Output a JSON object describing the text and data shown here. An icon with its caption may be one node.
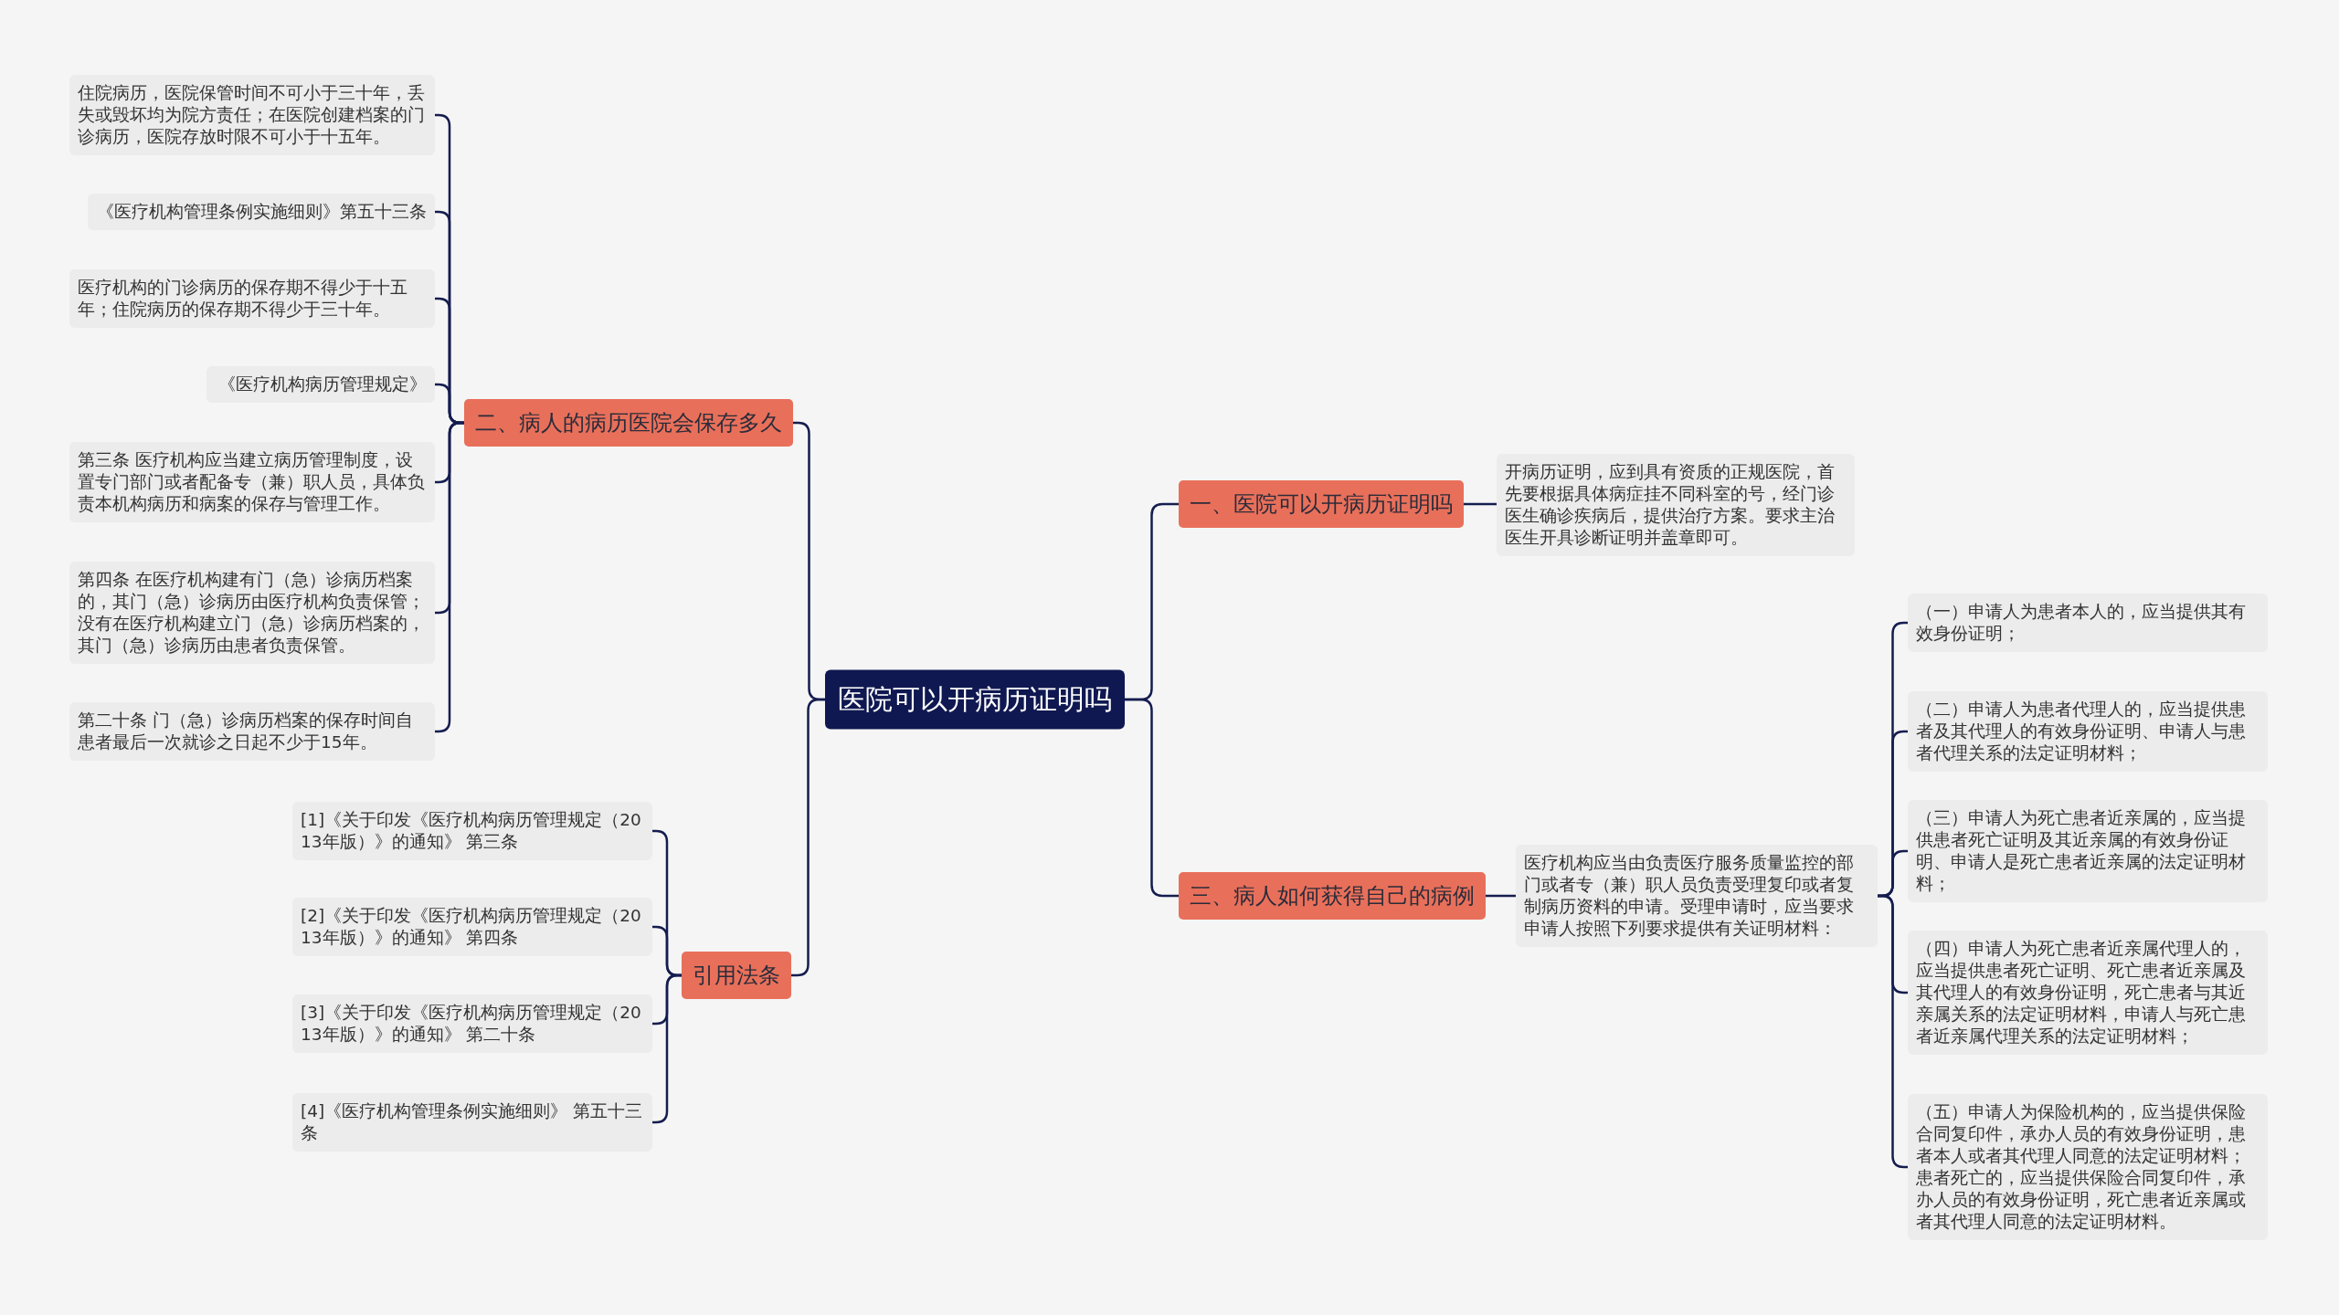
{
  "diagram": {
    "nodes": [
      {
        "text": [
          "医院可以开病历证明吗"
        ]
      },
      {
        "text": [
          "一、医院可以开病历证明吗"
        ]
      },
      {
        "text": [
          "开病历证明，应到具有资质的正规医院，首先要根据具体病症挂不同科室的号，经门诊医生确诊疾病后，提供治疗方案。要求主治医生开具诊断证明并盖章即可。"
        ]
      },
      {
        "text": [
          "二、病人的病历医院会保存多久"
        ]
      },
      {
        "text": [
          "住院病历，医院保管时间不可小于三十年，丢失或毁坏均为院方责任；在医院创建档案的门诊病历，医院存放时限不可小于十五年。"
        ]
      },
      {
        "text": [
          "《医疗机构管理条例实施细则》第五十三条"
        ]
      },
      {
        "text": [
          "医疗机构的门诊病历的保存期不得少于十五年；住院病历的保存期不得少于三十年。"
        ]
      },
      {
        "text": [
          "《医疗机构病历管理规定》"
        ]
      },
      {
        "text": [
          "第三条 医疗机构应当建立病历管理制度，设置专门部门或者配备专（兼）职人员，具体负责本机构病历和病案的保存与管理工作。"
        ]
      },
      {
        "text": [
          "第四条 在医疗机构建有门（急）诊病历档案的，其门（急）诊病历由医疗机构负责保管；没有在医疗机构建立门（急）诊病历档案的，其门（急）诊病历由患者负责保管。"
        ]
      },
      {
        "text": [
          "第二十条 门（急）诊病历档案的保存时间自患者最后一次就诊之日起不少于15年。"
        ]
      },
      {
        "text": [
          "三、病人如何获得自己的病例"
        ]
      },
      {
        "text": [
          "医疗机构应当由负责医疗服务质量监控的部门或者专（兼）职人员负责受理复印或者复制病历资料的申请。受理申请时，应当要求申请人按照下列要求提供有关证明材料："
        ]
      },
      {
        "text": [
          "（一）申请人为患者本人的，应当提供其有效身份证明；"
        ]
      },
      {
        "text": [
          "（二）申请人为患者代理人的，应当提供患者及其代理人的有效身份证明、申请人与患者代理关系的法定证明材料；"
        ]
      },
      {
        "text": [
          "（三）申请人为死亡患者近亲属的，应当提供患者死亡证明及其近亲属的有效身份证明、申请人是死亡患者近亲属的法定证明材料；"
        ]
      },
      {
        "text": [
          "（四）申请人为死亡患者近亲属代理人的，应当提供患者死亡证明、死亡患者近亲属及其代理人的有效身份证明，死亡患者与其近亲属关系的法定证明材料，申请人与死亡患者近亲属代理关系的法定证明材料；"
        ]
      },
      {
        "text": [
          "（五）申请人为保险机构的，应当提供保险合同复印件，承办人员的有效身份证明，患者本人或者其代理人同意的法定证明材料；患者死亡的，应当提供保险合同复印件，承办人员的有效身份证明，死亡患者近亲属或者其代理人同意的法定证明材料。"
        ]
      },
      {
        "text": [
          "引用法条"
        ]
      },
      {
        "text": [
          "[1]《关于印发《医疗机构病历管理规定（2013年版）》的通知》 第三条"
        ]
      },
      {
        "text": [
          "[2]《关于印发《医疗机构病历管理规定（2013年版）》的通知》 第四条"
        ]
      },
      {
        "text": [
          "[3]《关于印发《医疗机构病历管理规定（2013年版）》的通知》 第二十条"
        ]
      },
      {
        "text": [
          "[4]《医疗机构管理条例实施细则》 第五十三条"
        ]
      }
    ],
    "edges": [
      {
        "from": 0,
        "to": 1,
        "arrow": "none"
      },
      {
        "from": 1,
        "to": 2,
        "arrow": "none"
      },
      {
        "from": 0,
        "to": 3,
        "arrow": "none"
      },
      {
        "from": 3,
        "to": 4,
        "arrow": "none"
      },
      {
        "from": 3,
        "to": 5,
        "arrow": "none"
      },
      {
        "from": 3,
        "to": 6,
        "arrow": "none"
      },
      {
        "from": 3,
        "to": 7,
        "arrow": "none"
      },
      {
        "from": 3,
        "to": 8,
        "arrow": "none"
      },
      {
        "from": 3,
        "to": 9,
        "arrow": "none"
      },
      {
        "from": 3,
        "to": 10,
        "arrow": "none"
      },
      {
        "from": 0,
        "to": 11,
        "arrow": "none"
      },
      {
        "from": 11,
        "to": 12,
        "arrow": "none"
      },
      {
        "from": 12,
        "to": 13,
        "arrow": "none"
      },
      {
        "from": 12,
        "to": 14,
        "arrow": "none"
      },
      {
        "from": 12,
        "to": 15,
        "arrow": "none"
      },
      {
        "from": 12,
        "to": 16,
        "arrow": "none"
      },
      {
        "from": 12,
        "to": 17,
        "arrow": "none"
      },
      {
        "from": 0,
        "to": 18,
        "arrow": "none"
      },
      {
        "from": 18,
        "to": 19,
        "arrow": "none"
      },
      {
        "from": 18,
        "to": 20,
        "arrow": "none"
      },
      {
        "from": 18,
        "to": 21,
        "arrow": "none"
      },
      {
        "from": 18,
        "to": 22,
        "arrow": "none"
      }
    ]
  }
}
